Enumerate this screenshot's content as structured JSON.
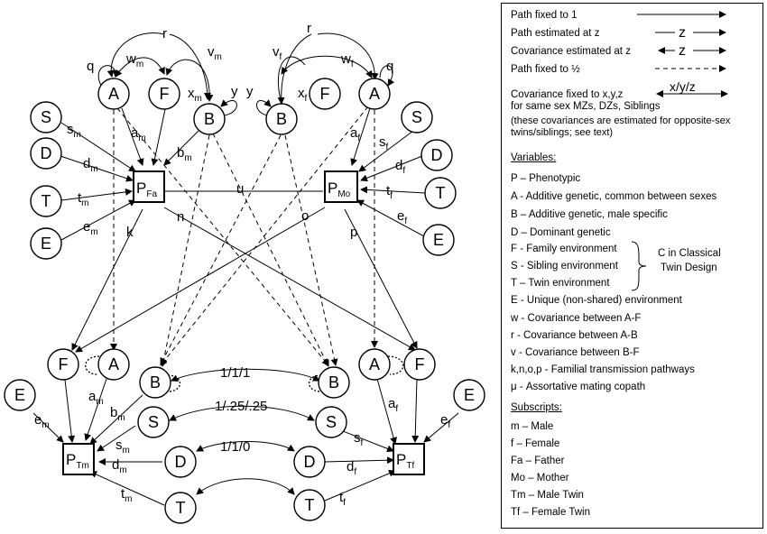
{
  "nodes": {
    "A_m_top": "A",
    "F_m_top": "F",
    "B_m_top": "B",
    "S_m_top": "S",
    "D_m_top": "D",
    "T_m_top": "T",
    "E_m_top": "E",
    "A_f_top": "A",
    "F_f_top": "F",
    "B_f_top": "B",
    "S_f_top": "S",
    "D_f_top": "D",
    "T_f_top": "T",
    "E_f_top": "E",
    "F_m_bot": "F",
    "A_m_bot": "A",
    "B_m_bot": "B",
    "S_m_bot": "S",
    "D_m_bot": "D",
    "T_m_bot": "T",
    "E_m_bot": "E",
    "B_f_bot": "B",
    "A_f_bot": "A",
    "F_f_bot": "F",
    "S_f_bot": "S",
    "D_f_bot": "D",
    "T_f_bot": "T",
    "E_f_bot": "E"
  },
  "boxes": {
    "P_Fa": {
      "main": "P",
      "sub": "Fa"
    },
    "P_Mo": {
      "main": "P",
      "sub": "Mo"
    },
    "P_Tm": {
      "main": "P",
      "sub": "Tm"
    },
    "P_Tf": {
      "main": "P",
      "sub": "Tf"
    }
  },
  "paths": {
    "r": "r",
    "r2": "r",
    "q": "q",
    "q2": "q",
    "y": "y",
    "y2": "y",
    "w": "w",
    "v": "v",
    "x": "x",
    "a": "a",
    "b": "b",
    "s": "s",
    "d": "d",
    "t": "t",
    "e": "e",
    "k": "k",
    "n": "n",
    "o": "o",
    "p": "p",
    "mu": "u",
    "sub_m": "m",
    "sub_f": "f"
  },
  "covariance_labels": {
    "B_B": "1/1/1",
    "S_S": "1/.25/.25",
    "D_D": "1/1/0"
  },
  "legend": {
    "path_fixed_1": "Path fixed to 1",
    "path_estimated": "Path estimated at z",
    "covariance_estimated": "Covariance estimated at z",
    "path_half": "Path fixed to ½",
    "z": "z",
    "cov_fixed": "Covariance fixed to x,y,z",
    "cov_fixed_sym": "x/y/z",
    "cov_fixed_2": "for same sex MZs, DZs, Siblings",
    "cov_note": "(these covariances are  estimated  for opposite-sex twins/siblings; see text)",
    "variables_heading": "Variables:",
    "variables": [
      "P – Phenotypic",
      "A - Additive genetic, common between sexes",
      "B – Additive genetic, male specific",
      "D – Dominant genetic",
      "F - Family environment",
      "S - Sibling environment",
      "T – Twin environment",
      "E - Unique (non-shared) environment",
      "w - Covariance between A-F",
      "r - Covariance between A-B",
      "v - Covariance between B-F",
      "k,n,o,p - Familial transmission pathways",
      "μ - Assortative mating copath"
    ],
    "classical_label_1": "C   in Classical",
    "classical_label_2": "Twin Design",
    "subscripts_heading": "Subscripts:",
    "subscripts": [
      "m – Male",
      "f – Female",
      "Fa – Father",
      "Mo – Mother",
      "Tm – Male Twin",
      "Tf – Female Twin"
    ]
  }
}
